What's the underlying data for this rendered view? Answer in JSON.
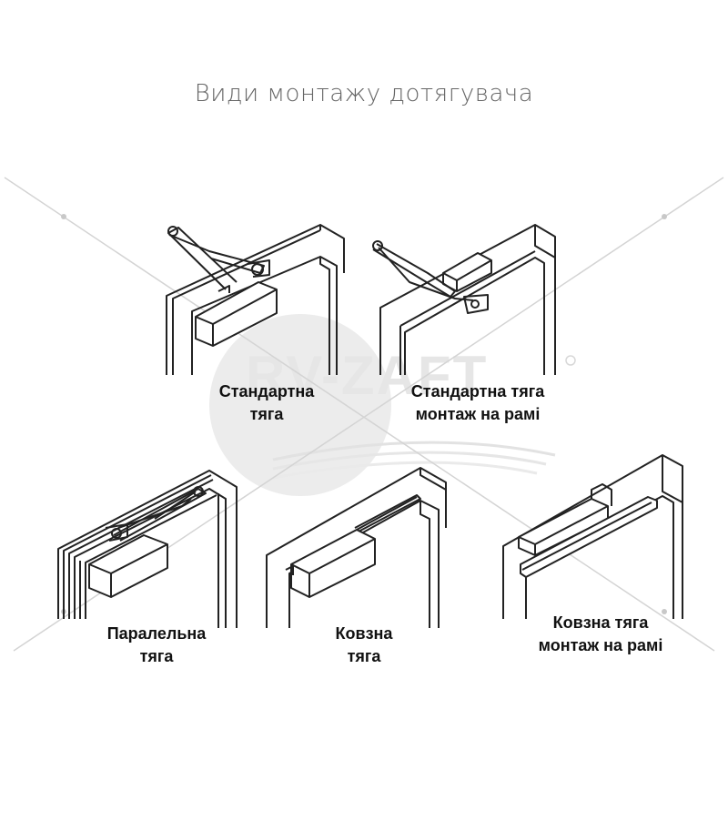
{
  "title": "Види монтажу дотягувача",
  "watermark": {
    "text": "RV-ZAFT",
    "symbol": "®"
  },
  "colors": {
    "line": "#222222",
    "title": "#666666",
    "watermark": "#e0e0e0"
  },
  "panels": [
    {
      "line1": "Стандартна",
      "line2": "тяга"
    },
    {
      "line1": "Стандартна тяга",
      "line2": "монтаж на рамі"
    },
    {
      "line1": "Паралельна",
      "line2": "тяга"
    },
    {
      "line1": "Ковзна",
      "line2": "тяга"
    },
    {
      "line1": "Ковзна тяга",
      "line2": "монтаж на рамі"
    }
  ]
}
